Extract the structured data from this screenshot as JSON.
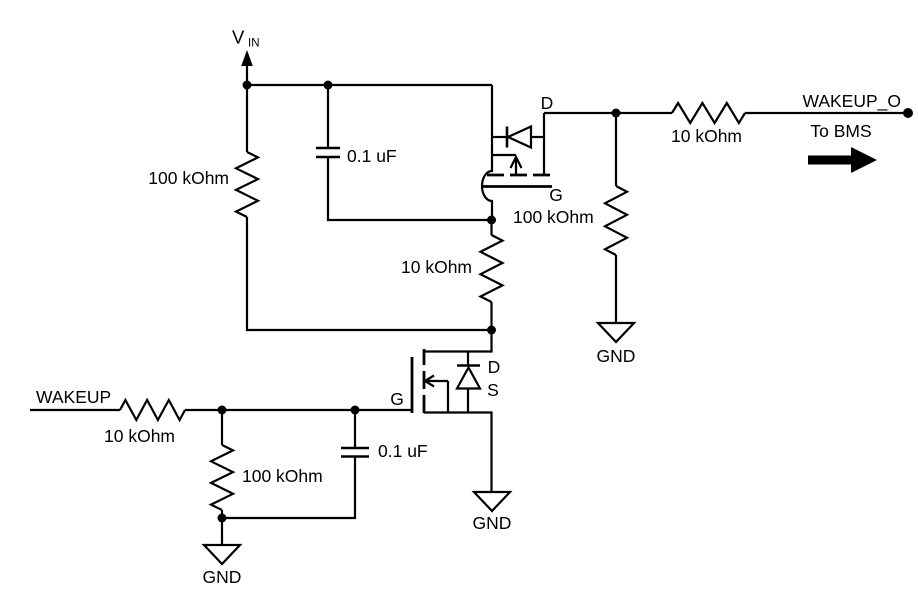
{
  "colors": {
    "ink": "#000000",
    "background": "#ffffff"
  },
  "schematic": {
    "power": {
      "net": "V",
      "net_sub": "IN"
    },
    "pullup": {
      "resistor": "100 kOhm"
    },
    "gate_drive": {
      "cap": "0.1 uF",
      "resistor": "10 kOhm"
    },
    "pmos": {
      "drain": "D",
      "gate": "G"
    },
    "output": {
      "pulldown_resistor": "100 kOhm",
      "series_resistor": "10 kOhm",
      "net": "WAKEUP_O",
      "destination": "To BMS",
      "gnd": "GND"
    },
    "input": {
      "net": "WAKEUP",
      "series_resistor": "10 kOhm",
      "pulldown_resistor": "100 kOhm",
      "cap": "0.1 uF",
      "gnd": "GND"
    },
    "nmos": {
      "gate": "G",
      "drain": "D",
      "source": "S",
      "gnd": "GND"
    }
  }
}
